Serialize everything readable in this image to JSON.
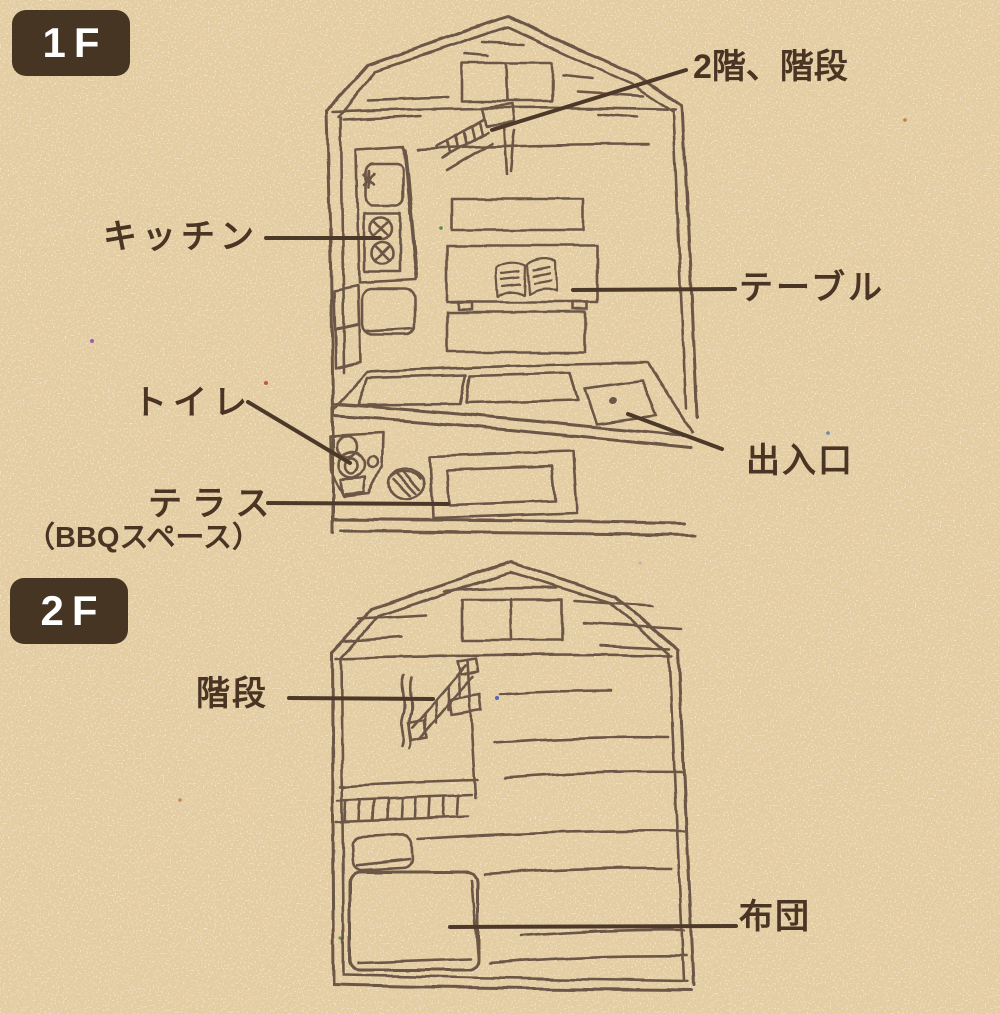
{
  "page": {
    "paper_color": "#e4cda2",
    "ink_color": "#6c5746",
    "leader_color": "#4d392a",
    "label_color": "#4a3525",
    "badge_bg": "#473524",
    "badge_text_color": "#ffffff"
  },
  "floor1": {
    "badge": "1F",
    "labels": {
      "stairs_to_2f": "2階、階段",
      "kitchen": "キッチン",
      "table": "テーブル",
      "toilet": "トイレ",
      "entrance": "出入口",
      "terrace": "テラス",
      "terrace_sub": "（BBQスペース）"
    }
  },
  "floor2": {
    "badge": "2F",
    "labels": {
      "stairs": "階段",
      "futon": "布団"
    }
  }
}
